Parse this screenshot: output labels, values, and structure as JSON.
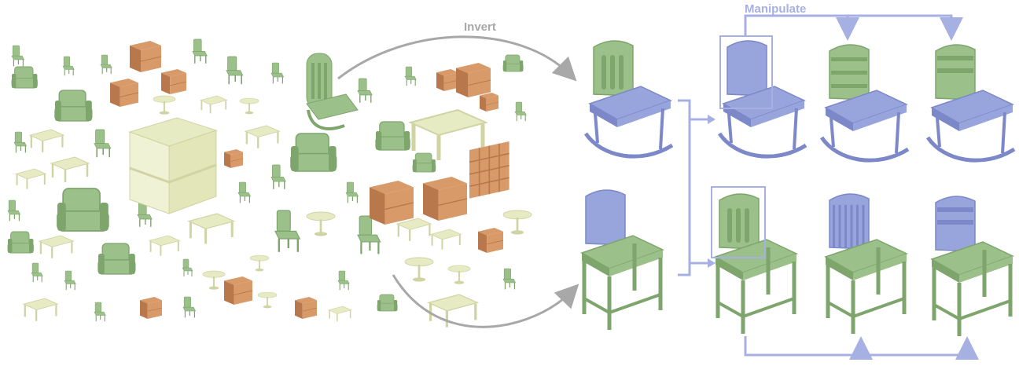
{
  "labels": {
    "invert": "Invert",
    "manipulate": "Manipulate"
  },
  "colors": {
    "chair_green": "#9cc08a",
    "chair_green_dark": "#7da56c",
    "table_cream": "#e7ebc3",
    "table_cream_dark": "#cfd4a2",
    "cabinet_wood": "#d99a6a",
    "cabinet_wood_dark": "#b9784b",
    "part_purple": "#98a4dc",
    "part_purple_dark": "#7c88c8",
    "invert_arrow": "#a8a8a8",
    "manipulate_arrow": "#a7b0e2"
  },
  "collection": {
    "description_icons": [
      "chair-icon",
      "armchair-icon",
      "table-icon",
      "cabinet-icon",
      "bookshelf-icon",
      "stool-icon"
    ]
  },
  "grid": {
    "top_row": [
      "rocking-chair-input",
      "edited-back-solid",
      "edited-back-ladder",
      "edited-back-two-rails"
    ],
    "bottom_row": [
      "plain-chair-input",
      "edited-back-slotted",
      "edited-back-spindles",
      "edited-back-wide-rails"
    ]
  }
}
